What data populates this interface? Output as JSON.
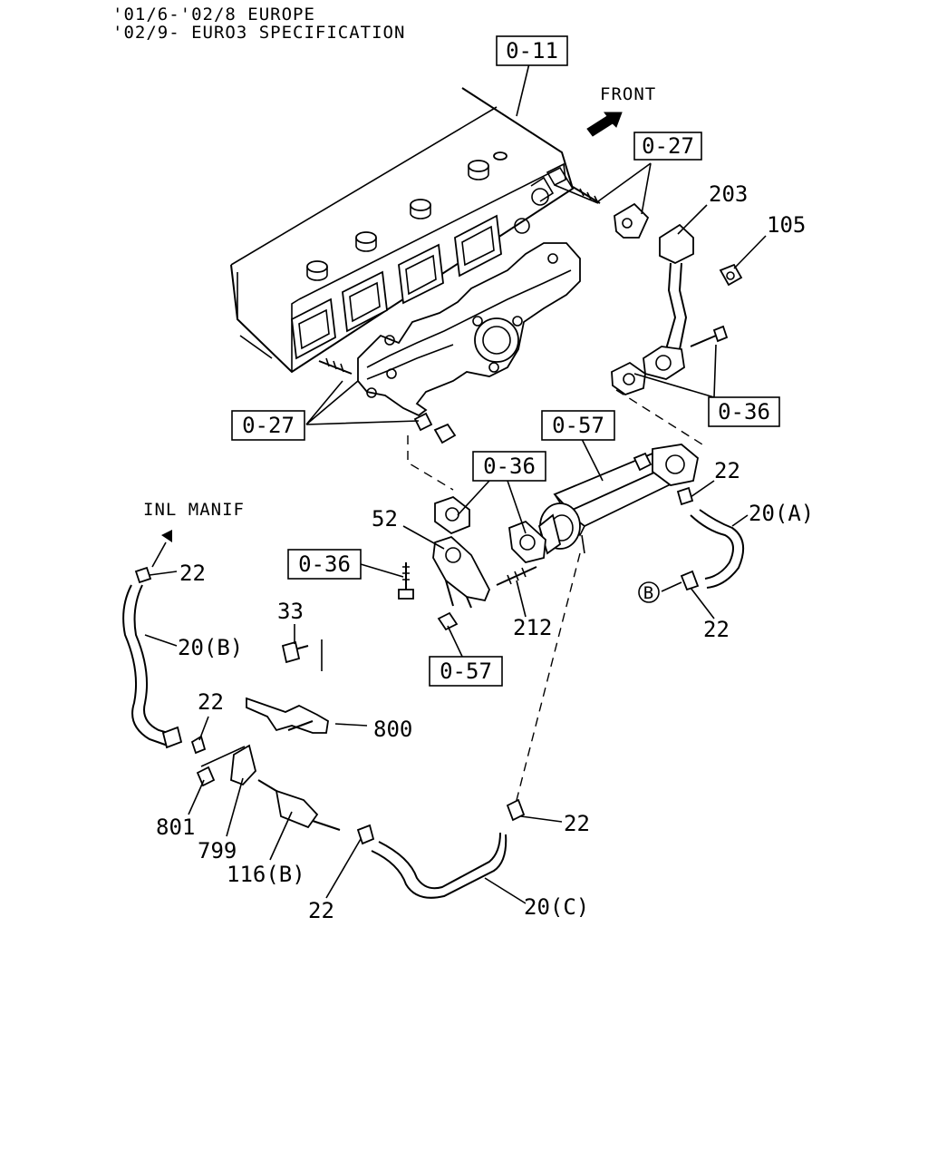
{
  "header": {
    "line1": "'01/6-'02/8 EUROPE",
    "line2": "'02/9- EURO3 SPECIFICATION"
  },
  "direction_labels": {
    "front": "FRONT",
    "inl_manif": "INL MANIF"
  },
  "ref_boxes": {
    "engine": "0-11",
    "egr_pipe_flange": "0-27",
    "exhaust_manifold": "0-27",
    "gasket_lower": "0-36",
    "gasket_adapter": "0-36",
    "bolt_adapter": "0-36",
    "egr_cooler": "0-57",
    "nut_adapter": "0-57"
  },
  "part_labels": {
    "p203": "203",
    "p105": "105",
    "p22_cooler": "22",
    "p20A": "20(A)",
    "p22_b": "22",
    "p52": "52",
    "p212": "212",
    "p22_inl": "22",
    "p20B": "20(B)",
    "p33": "33",
    "p22_left": "22",
    "p800": "800",
    "p801": "801",
    "p799": "799",
    "p116B": "116(B)",
    "p22_bottom": "22",
    "p22_pipeC": "22",
    "p20C": "20(C)"
  },
  "marker_b": "B"
}
